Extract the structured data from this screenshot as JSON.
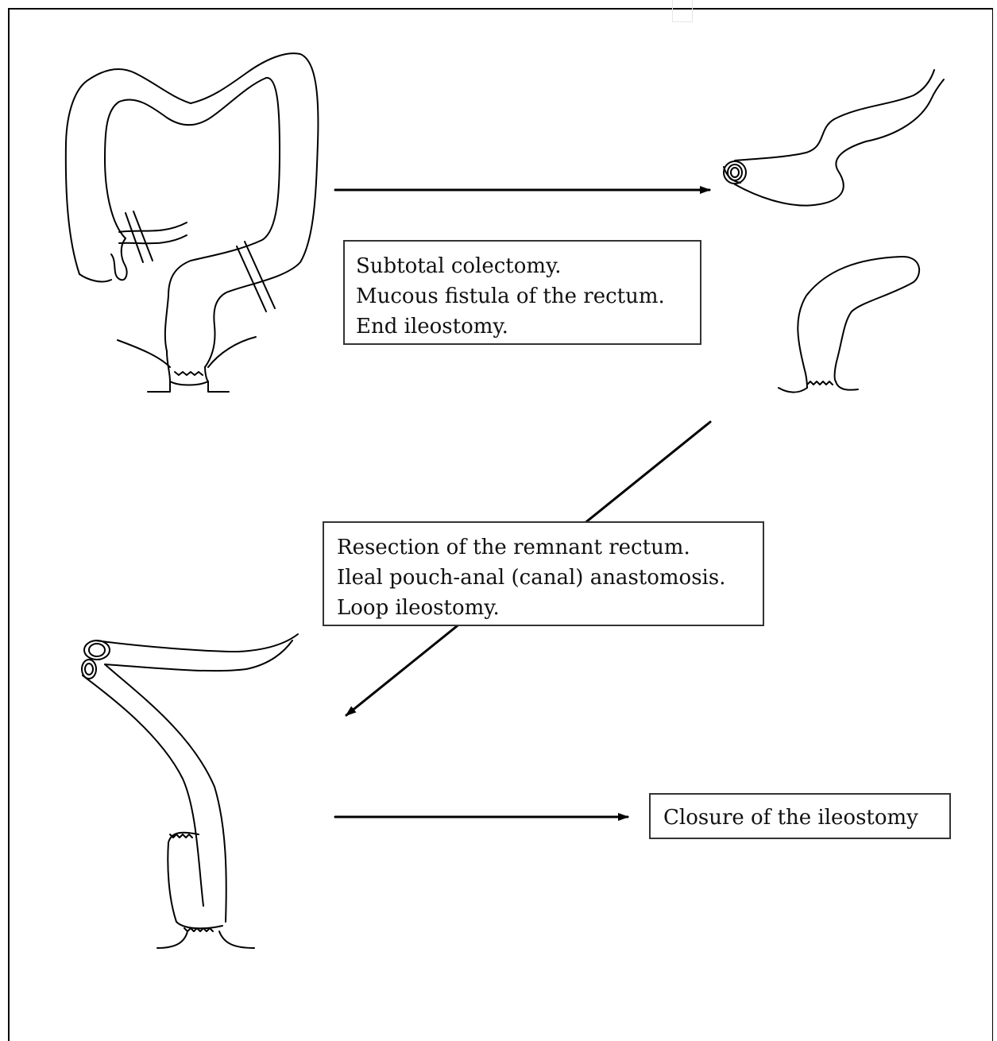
{
  "steps": [
    {
      "lines": [
        "Subtotal colectomy.",
        "Mucous fistula of the rectum.",
        "End ileostomy."
      ]
    },
    {
      "lines": [
        "Resection of the remnant rectum.",
        "Ileal pouch-anal (canal) anastomosis.",
        "Loop ileostomy."
      ]
    },
    {
      "lines": [
        "Closure of the ileostomy"
      ]
    }
  ]
}
